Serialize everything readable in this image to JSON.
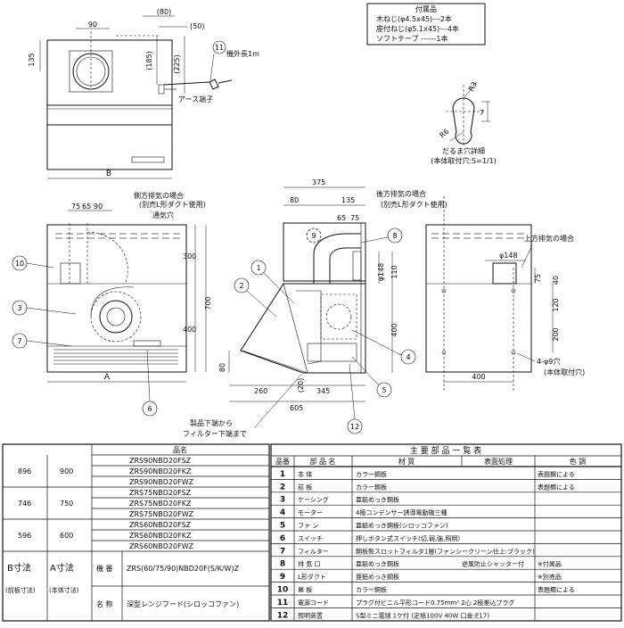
{
  "accessories": {
    "title": "付属品",
    "items": [
      "木ねじ(φ4.5x45)---2本",
      "座付ねじ(φ5.1x45)---4本",
      "ソフトテープ ------1本"
    ]
  },
  "detail": {
    "caption1": "だるま穴詳細",
    "caption2": "(本体取付穴:S=1/1)",
    "r3": "R3",
    "r6": "R6",
    "d7": "7"
  },
  "top_view": {
    "d135": "135",
    "d90": "90",
    "d80": "(80)",
    "d50": "(50)",
    "d185": "(185)",
    "d225": "(225)",
    "cord_label": "11",
    "cord_text": "機外長1m",
    "earth": "アース端子",
    "b": "B"
  },
  "front_view": {
    "side_exhaust": "側方排気の場合",
    "side_duct": "(別売L形ダクト使用)",
    "vent_hole": "通気穴",
    "d75": "75",
    "d65": "65",
    "d90": "90",
    "d300": "300",
    "d700": "700",
    "d400": "400",
    "a": "A",
    "p10": "10",
    "p3": "3",
    "p7": "7",
    "p6": "6"
  },
  "side_view": {
    "d375": "375",
    "d80": "80",
    "d135": "135",
    "d65": "65",
    "d75": "75",
    "rear_exhaust": "後方排気の場合",
    "rear_duct": "(別売L形ダクト使用)",
    "d148": "φ148",
    "d110": "110",
    "d400": "400",
    "d80b": "80",
    "d20": "(20)",
    "d260": "260",
    "d345": "345",
    "d605": "605",
    "p1": "1",
    "p2": "2",
    "p4": "4",
    "p5": "5",
    "p8": "8",
    "p9": "9",
    "p12": "12",
    "filter_note1": "製品下端から",
    "filter_note2": "フィルター下端まで"
  },
  "back_view": {
    "up_exhaust": "上方排気の場合",
    "d148": "φ148",
    "d75": "75",
    "d40": "40",
    "d120": "120",
    "d200": "200",
    "holes": "4-φ9穴",
    "holes_note": "(本体取付穴)",
    "d400": "400"
  },
  "model_table": {
    "header": "品名",
    "rows": [
      {
        "b": "896",
        "a": "900",
        "models": [
          "ZRS90NBD20FSZ",
          "ZRS90NBD20FKZ",
          "ZRS90NBD20FWZ"
        ]
      },
      {
        "b": "746",
        "a": "750",
        "models": [
          "ZRS75NBD20FSZ",
          "ZRS75NBD20FKZ",
          "ZRS75NBD20FWZ"
        ]
      },
      {
        "b": "596",
        "a": "600",
        "models": [
          "ZRS60NBD20FSZ",
          "ZRS60NBD20FKZ",
          "ZRS60NBD20FWZ"
        ]
      }
    ],
    "b_dim": "B寸法",
    "b_sub": "(前板寸法)",
    "a_dim": "A寸法",
    "a_sub": "(本体寸法)",
    "model_no_label": "機 番",
    "model_no": "ZRS(60/75/90)NBD20F(S/K/W)Z",
    "name_label": "名 称",
    "name": "深型レンジフード(シロッコファン)"
  },
  "parts_table": {
    "title": "主 要 部 品 一 覧 表",
    "headers": [
      "品番",
      "部 品 名",
      "材 質",
      "表面処理",
      "色 調"
    ],
    "rows": [
      [
        "1",
        "本 体",
        "カラー鋼板",
        "",
        "表題欄による"
      ],
      [
        "2",
        "前 板",
        "カラー鋼板",
        "",
        "表題欄による"
      ],
      [
        "3",
        "ケーシング",
        "亜鉛めっき鋼板",
        "",
        ""
      ],
      [
        "4",
        "モーター",
        "4極コンデンサー誘導電動機三種",
        "",
        ""
      ],
      [
        "5",
        "ファ ン",
        "亜鉛めっき鋼板(シロッコファン)",
        "",
        ""
      ],
      [
        "6",
        "スイッチ",
        "押しボタン式スイッチ(切,弱,強,照明)",
        "",
        ""
      ],
      [
        "7",
        "フィルター",
        "鋼板製スロットフィルタ1層(ファンシークリーン仕上:ブラック)",
        "",
        ""
      ],
      [
        "8",
        "排 気 口",
        "亜鉛めっき鋼板",
        "逆風防止シャッター付",
        "※付属品"
      ],
      [
        "9",
        "L形ダクト",
        "亜鉛めっき鋼板",
        "",
        "※別売品"
      ],
      [
        "10",
        "幕 板",
        "カラー鋼板",
        "",
        "表題欄による"
      ],
      [
        "11",
        "電源コード",
        "プラグ付ビニル平形コード0.75mm² 2心 2極差込プラグ",
        "",
        ""
      ],
      [
        "12",
        "照明装置",
        "S型ミニ電球 1ケ付 (定格100V 40W 口金:E17)",
        "",
        ""
      ]
    ]
  }
}
